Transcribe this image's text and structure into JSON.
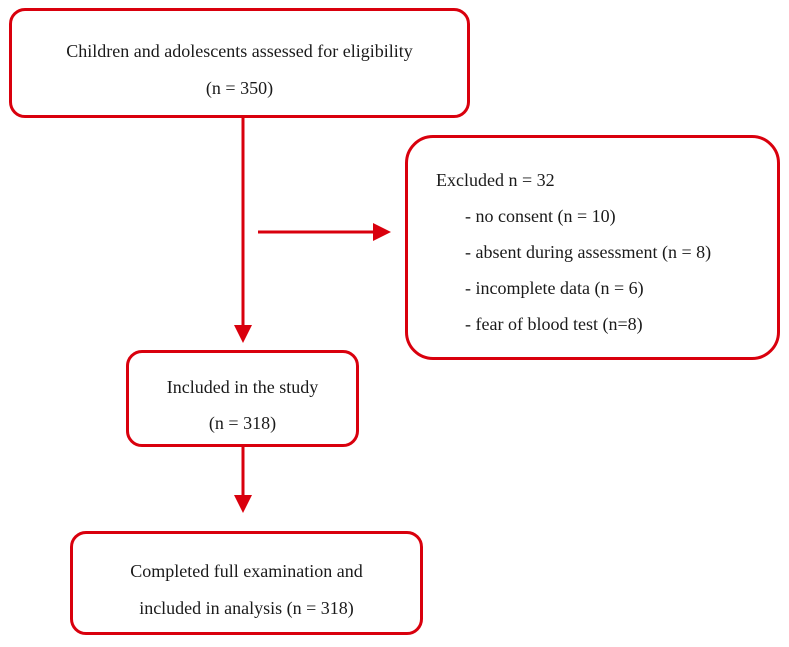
{
  "accent_color": "#d9000d",
  "assessed_box": {
    "line1": "Children and adolescents assessed for eligibility",
    "line2": "(n = 350)"
  },
  "excluded_box": {
    "title": "Excluded n = 32",
    "items": [
      "- no consent (n = 10)",
      "- absent during assessment (n = 8)",
      "- incomplete data (n = 6)",
      "- fear of blood test (n=8)"
    ]
  },
  "included_box": {
    "line1": "Included in the study",
    "line2": "(n = 318)"
  },
  "analysis_box": {
    "line1": "Completed full examination and",
    "line2": "included in analysis (n = 318)"
  }
}
